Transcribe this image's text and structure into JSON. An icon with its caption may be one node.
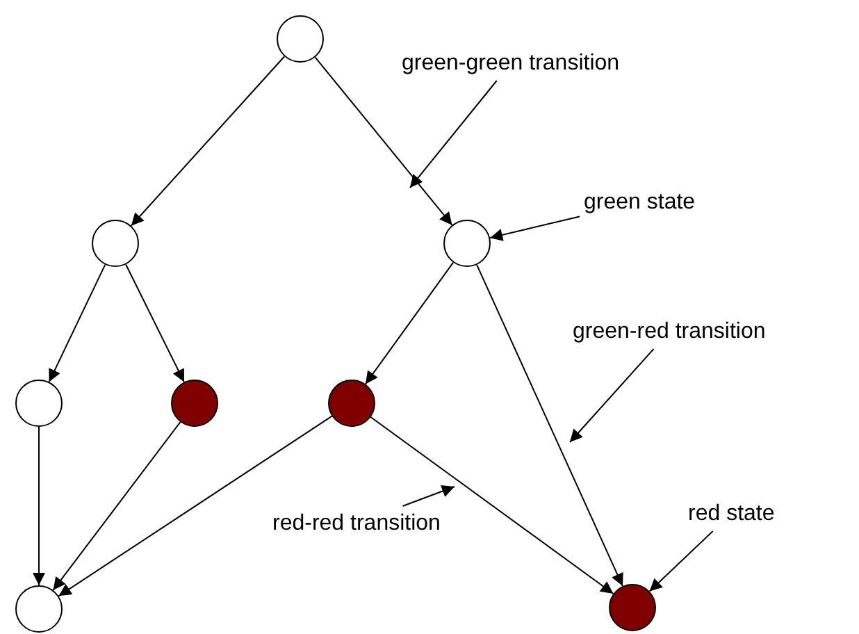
{
  "diagram": {
    "nodes": [
      {
        "text": [],
        "shape": "circle"
      },
      {
        "text": [],
        "shape": "circle"
      },
      {
        "text": [],
        "shape": "circle"
      },
      {
        "text": [],
        "shape": "circle"
      },
      {
        "text": [],
        "shape": "circle"
      },
      {
        "text": [],
        "shape": "circle"
      },
      {
        "text": [],
        "shape": "circle"
      },
      {
        "text": [],
        "shape": "circle"
      },
      {
        "text": [
          "green-green transition"
        ]
      },
      {
        "text": [
          "green state"
        ]
      },
      {
        "text": [
          "green-red transition"
        ]
      },
      {
        "text": [
          "red-red transition"
        ]
      },
      {
        "text": [
          "red state"
        ]
      }
    ],
    "edges": [
      {
        "from": 0,
        "to": 1,
        "arrow": "to"
      },
      {
        "from": 0,
        "to": 2,
        "arrow": "to"
      },
      {
        "from": 1,
        "to": 3,
        "arrow": "to"
      },
      {
        "from": 1,
        "to": 4,
        "arrow": "to"
      },
      {
        "from": 2,
        "to": 5,
        "arrow": "to"
      },
      {
        "from": 2,
        "to": 7,
        "arrow": "to"
      },
      {
        "from": 3,
        "to": 6,
        "arrow": "to"
      },
      {
        "from": 4,
        "to": 6,
        "arrow": "to"
      },
      {
        "from": 5,
        "to": 6,
        "arrow": "to"
      },
      {
        "from": 5,
        "to": 7,
        "arrow": "to"
      },
      {
        "from": 8,
        "to": null,
        "arrow": "to"
      },
      {
        "from": 9,
        "to": 2,
        "arrow": "to"
      },
      {
        "from": 10,
        "to": null,
        "arrow": "to"
      },
      {
        "from": 11,
        "to": null,
        "arrow": "to"
      },
      {
        "from": 12,
        "to": 7,
        "arrow": "to"
      }
    ]
  }
}
